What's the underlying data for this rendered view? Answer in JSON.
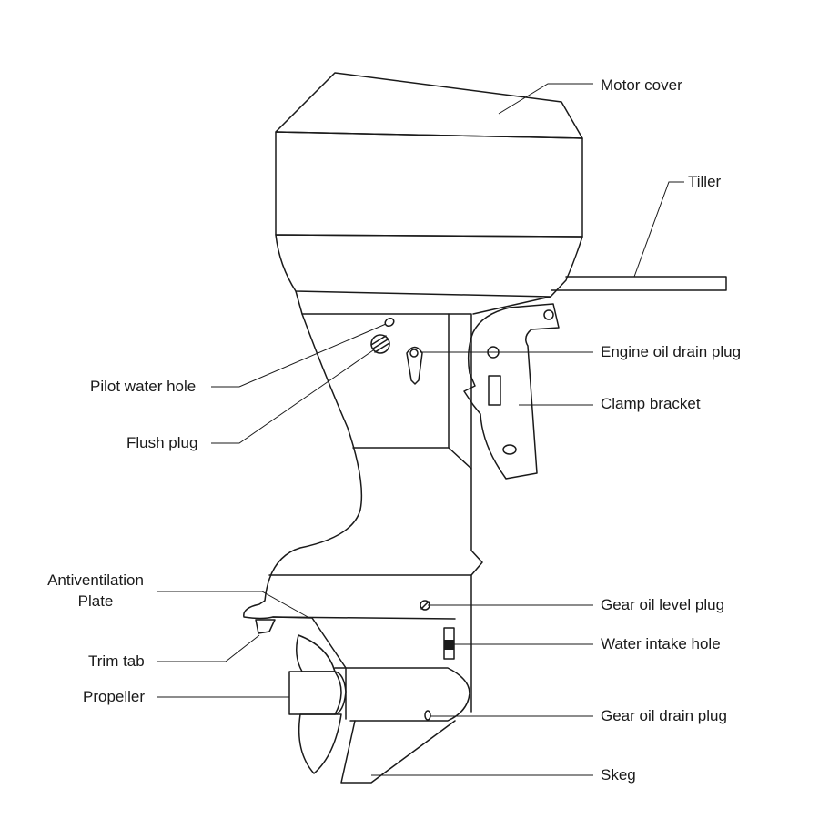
{
  "diagram": {
    "colors": {
      "line": "#1a1a1a",
      "background": "#ffffff"
    },
    "labels": {
      "motor_cover": "Motor cover",
      "tiller": "Tiller",
      "engine_oil_drain_plug": "Engine oil drain plug",
      "clamp_bracket": "Clamp bracket",
      "pilot_water_hole": "Pilot water hole",
      "flush_plug": "Flush plug",
      "antiventilation_line1": "Antiventilation",
      "antiventilation_line2": "Plate",
      "gear_oil_level_plug": "Gear oil level plug",
      "water_intake_hole": "Water intake hole",
      "trim_tab": "Trim tab",
      "propeller": "Propeller",
      "gear_oil_drain_plug": "Gear oil drain plug",
      "skeg": "Skeg"
    }
  }
}
